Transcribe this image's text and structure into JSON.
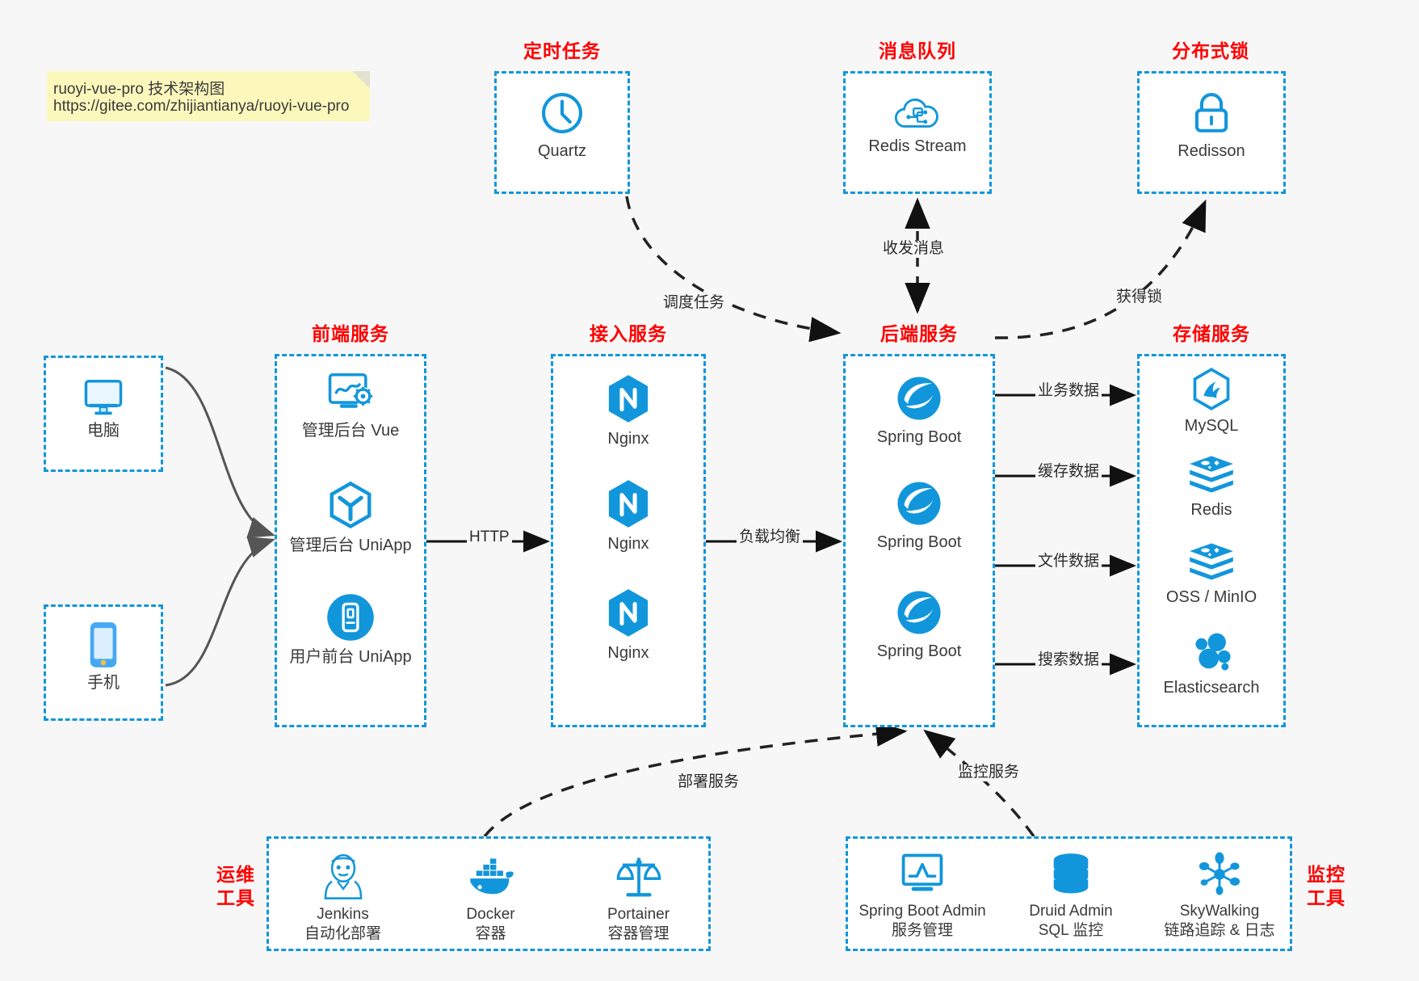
{
  "note": {
    "line1": "ruoyi-vue-pro 技术架构图",
    "line2": "https://gitee.com/zhijiantianya/ruoyi-vue-pro"
  },
  "sections": {
    "scheduler": {
      "title": "定时任务",
      "items": [
        {
          "label": "Quartz",
          "icon": "clock-icon"
        }
      ]
    },
    "mq": {
      "title": "消息队列",
      "items": [
        {
          "label": "Redis Stream",
          "icon": "cloud-network-icon"
        }
      ]
    },
    "lock": {
      "title": "分布式锁",
      "items": [
        {
          "label": "Redisson",
          "icon": "lock-icon"
        }
      ]
    },
    "clients": {
      "items": [
        {
          "label": "电脑",
          "icon": "desktop-icon"
        },
        {
          "label": "手机",
          "icon": "mobile-icon"
        }
      ]
    },
    "frontend": {
      "title": "前端服务",
      "items": [
        {
          "label": "管理后台 Vue",
          "icon": "dashboard-gear-icon"
        },
        {
          "label": "管理后台 UniApp",
          "icon": "cube-icon"
        },
        {
          "label": "用户前台 UniApp",
          "icon": "phone-app-icon"
        }
      ]
    },
    "gateway": {
      "title": "接入服务",
      "items": [
        {
          "label": "Nginx",
          "icon": "nginx-icon"
        },
        {
          "label": "Nginx",
          "icon": "nginx-icon"
        },
        {
          "label": "Nginx",
          "icon": "nginx-icon"
        }
      ]
    },
    "backend": {
      "title": "后端服务",
      "items": [
        {
          "label": "Spring Boot",
          "icon": "spring-boot-icon"
        },
        {
          "label": "Spring Boot",
          "icon": "spring-boot-icon"
        },
        {
          "label": "Spring Boot",
          "icon": "spring-boot-icon"
        }
      ]
    },
    "storage": {
      "title": "存储服务",
      "items": [
        {
          "label": "MySQL",
          "icon": "mysql-icon"
        },
        {
          "label": "Redis",
          "icon": "redis-icon"
        },
        {
          "label": "OSS / MinIO",
          "icon": "oss-icon"
        },
        {
          "label": "Elasticsearch",
          "icon": "elasticsearch-icon"
        }
      ]
    },
    "devops": {
      "title_line1": "运维",
      "title_line2": "工具",
      "items": [
        {
          "label": "Jenkins",
          "sublabel": "自动化部署",
          "icon": "jenkins-icon"
        },
        {
          "label": "Docker",
          "sublabel": "容器",
          "icon": "docker-icon"
        },
        {
          "label": "Portainer",
          "sublabel": "容器管理",
          "icon": "scales-icon"
        }
      ]
    },
    "monitor": {
      "title_line1": "监控",
      "title_line2": "工具",
      "items": [
        {
          "label": "Spring Boot Admin",
          "sublabel": "服务管理",
          "icon": "monitor-chart-icon"
        },
        {
          "label": "Druid Admin",
          "sublabel": "SQL 监控",
          "icon": "database-icon"
        },
        {
          "label": "SkyWalking",
          "sublabel": "链路追踪 & 日志",
          "icon": "skywalking-icon"
        }
      ]
    }
  },
  "edges": [
    {
      "id": "schedule-task",
      "label": "调度任务"
    },
    {
      "id": "send-receive-message",
      "label": "收发消息"
    },
    {
      "id": "acquire-lock",
      "label": "获得锁"
    },
    {
      "id": "http",
      "label": "HTTP"
    },
    {
      "id": "load-balance",
      "label": "负载均衡"
    },
    {
      "id": "business-data",
      "label": "业务数据"
    },
    {
      "id": "cache-data",
      "label": "缓存数据"
    },
    {
      "id": "file-data",
      "label": "文件数据"
    },
    {
      "id": "search-data",
      "label": "搜索数据"
    },
    {
      "id": "deploy-service",
      "label": "部署服务"
    },
    {
      "id": "monitor-service",
      "label": "监控服务"
    }
  ],
  "colors": {
    "accent": "#1296db",
    "section_title": "#ff0000",
    "background": "#f7f7f7",
    "note": "#fcf8bc",
    "edge": "#333333",
    "solid_arrow": "#000000",
    "client_arrow": "#555555"
  }
}
